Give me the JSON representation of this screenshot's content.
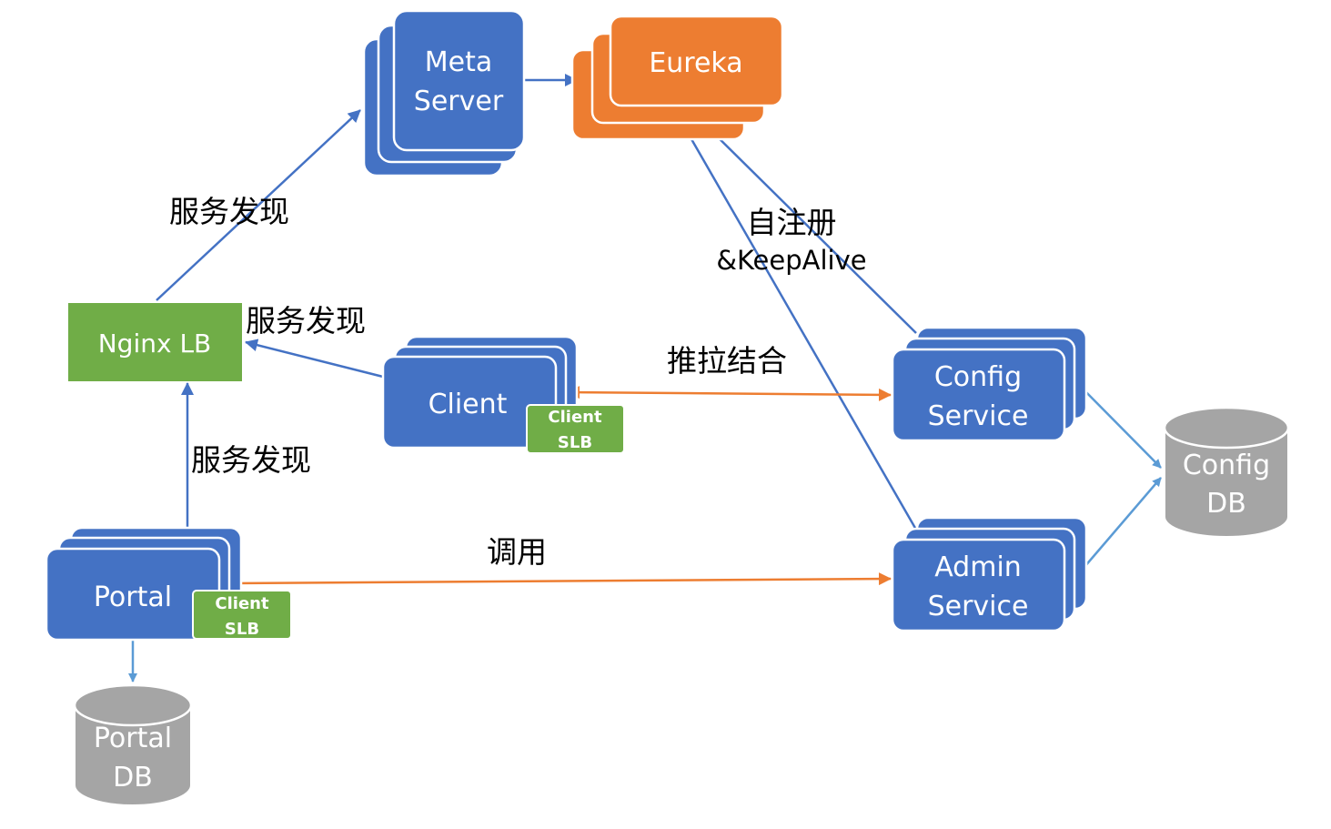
{
  "colors": {
    "blue": "#4472c4",
    "orange": "#ed7d31",
    "green": "#70ad47",
    "gray": "#a5a5a5",
    "arrow_blue": "#4472c4",
    "arrow_lightblue": "#5b9bd5",
    "arrow_orange": "#ed7d31"
  },
  "nodes": {
    "meta_server": {
      "line1": "Meta",
      "line2": "Server"
    },
    "eureka": {
      "label": "Eureka"
    },
    "nginx_lb": {
      "label": "Nginx LB"
    },
    "client": {
      "label": "Client"
    },
    "client_slb_1": {
      "line1": "Client",
      "line2": "SLB"
    },
    "config_service": {
      "line1": "Config",
      "line2": "Service"
    },
    "admin_service": {
      "line1": "Admin",
      "line2": "Service"
    },
    "portal": {
      "label": "Portal"
    },
    "client_slb_2": {
      "line1": "Client",
      "line2": "SLB"
    },
    "config_db": {
      "line1": "Config",
      "line2": "DB"
    },
    "portal_db": {
      "line1": "Portal",
      "line2": "DB"
    }
  },
  "labels": {
    "discovery_1": "服务发现",
    "discovery_2": "服务发现",
    "discovery_3": "服务发现",
    "self_register_line1": "自注册",
    "self_register_line2": "&KeepAlive",
    "push_pull": "推拉结合",
    "invoke": "调用"
  }
}
